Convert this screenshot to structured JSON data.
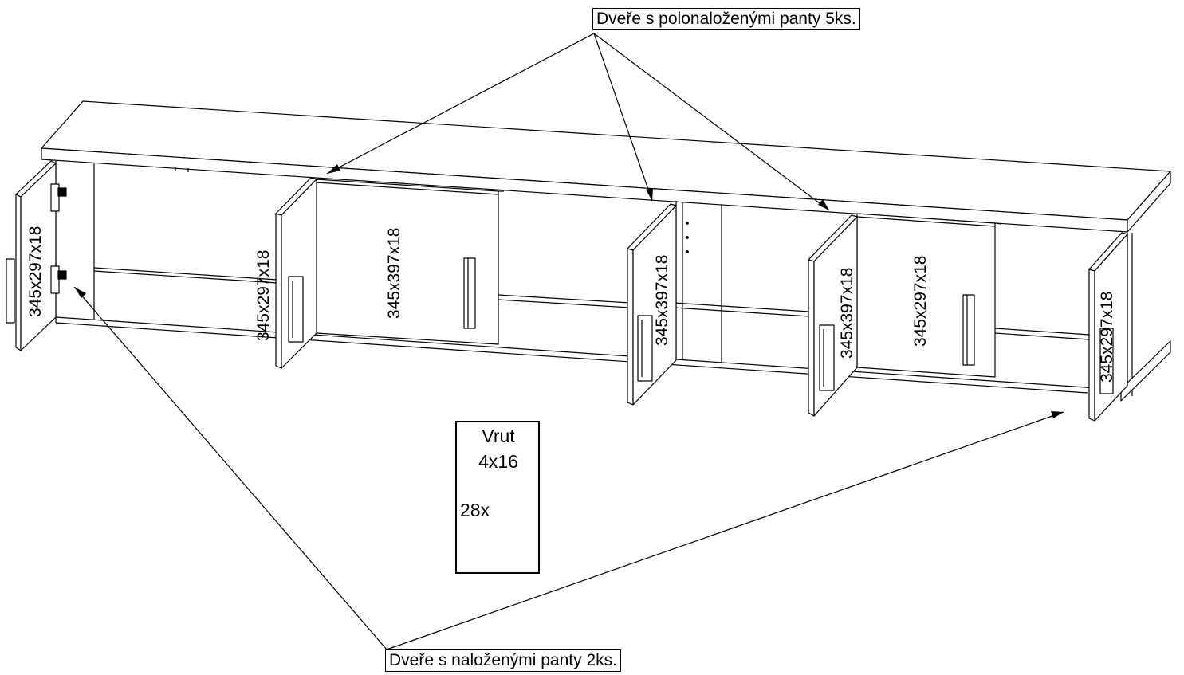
{
  "callouts": {
    "top": "Dveře s polonaloženými panty 5ks.",
    "bottom": "Dveře s naloženými panty 2ks."
  },
  "panels": [
    {
      "label": "345x297x18"
    },
    {
      "label": "345x297x18"
    },
    {
      "label": "345x397x18"
    },
    {
      "label": "345x397x18"
    },
    {
      "label": "345x397x18"
    },
    {
      "label": "345x297x18"
    },
    {
      "label": "345x297x18"
    }
  ],
  "hardware": {
    "name": "Vrut",
    "size": "4x16",
    "quantity": "28x"
  }
}
